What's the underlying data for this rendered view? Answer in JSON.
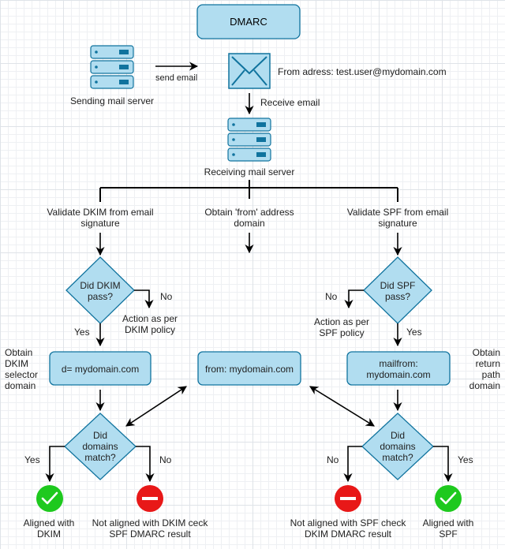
{
  "title": "DMARC",
  "send_email": "send email",
  "sending_server": "Sending mail server",
  "from_address": "From adress: test.user@mydomain.com",
  "receive_email": "Receive email",
  "receiving_server": "Receiving mail server",
  "validate_dkim": [
    "Validate DKIM from email",
    "signature"
  ],
  "obtain_from": [
    "Obtain 'from' address",
    "domain"
  ],
  "validate_spf": [
    "Validate SPF from email",
    "signature"
  ],
  "did_dkim_pass": [
    "Did DKIM",
    "pass?"
  ],
  "did_spf_pass": [
    "Did SPF",
    "pass?"
  ],
  "no": "No",
  "yes": "Yes",
  "action_dkim": [
    "Action as per",
    "DKIM policy"
  ],
  "action_spf": [
    "Action as per",
    "SPF policy"
  ],
  "obtain_dkim_selector": [
    "Obtain",
    "DKIM",
    "selector",
    "domain"
  ],
  "obtain_return_path": [
    "Obtain",
    "return",
    "path",
    "domain"
  ],
  "d_domain": "d= mydomain.com",
  "from_domain": "from: mydomain.com",
  "mailfrom": [
    "mailfrom:",
    "mydomain.com"
  ],
  "did_domains_match": [
    "Did",
    "domains",
    "match?"
  ],
  "aligned_dkim": [
    "Aligned with",
    "DKIM"
  ],
  "not_aligned_dkim": [
    "Not aligned with DKIM ceck",
    "SPF DMARC result"
  ],
  "not_aligned_spf": [
    "Not aligned with SPF check",
    "DKIM DMARC result"
  ],
  "aligned_spf": [
    "Aligned with",
    "SPF"
  ],
  "colors": {
    "box_fill": "#b1ddf0",
    "box_stroke": "#10739e",
    "ok_green": "#1ec91e",
    "no_red": "#e81818"
  }
}
